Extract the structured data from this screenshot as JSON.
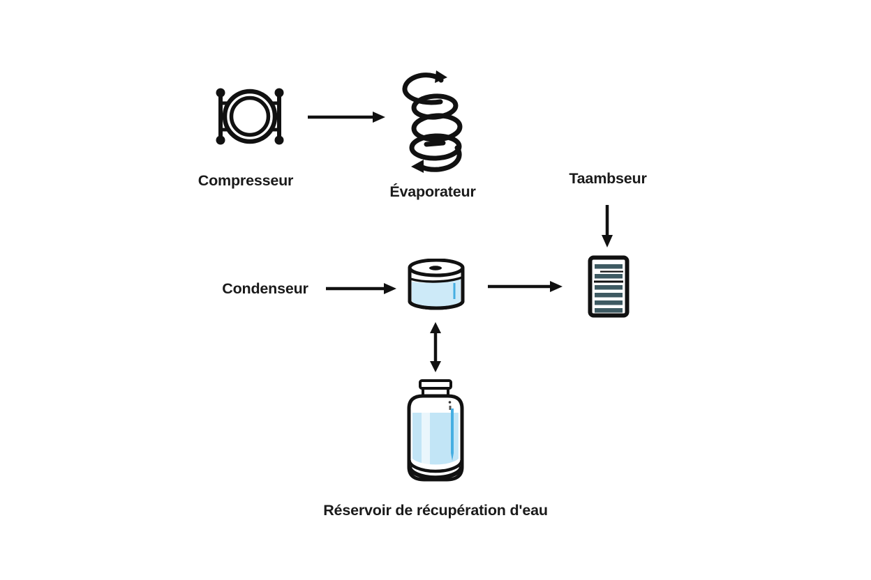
{
  "diagram": {
    "title_context": "Refrigeration / water recovery process diagram",
    "labels": {
      "compressor": "Compresseur",
      "evaporator": "Évaporateur",
      "absorber": "Taambseur",
      "condenser": "Condenseur",
      "reservoir": "Réservoir de récupération d'eau"
    },
    "colors": {
      "outline": "#111111",
      "text": "#1a1a1a",
      "water_light": "#c2e5f6",
      "water_pale": "#cdeaf8",
      "water_accent": "#45aee2",
      "stripe": "#3e5a62",
      "white": "#ffffff",
      "background": "#ffffff"
    },
    "icons": [
      "compressor-icon",
      "evaporator-coil-icon",
      "condenser-dish-icon",
      "absorber-document-icon",
      "water-bottle-icon"
    ],
    "arrows": [
      {
        "from": "compressor",
        "to": "evaporator",
        "direction": "right"
      },
      {
        "from": "absorber-label",
        "to": "absorber-document",
        "direction": "down"
      },
      {
        "from": "condenser-label",
        "to": "condenser-dish",
        "direction": "right"
      },
      {
        "from": "condenser-dish",
        "to": "absorber-document",
        "direction": "right"
      },
      {
        "from": "condenser-dish",
        "to": "reservoir-bottle",
        "direction": "both-vertical"
      }
    ]
  }
}
